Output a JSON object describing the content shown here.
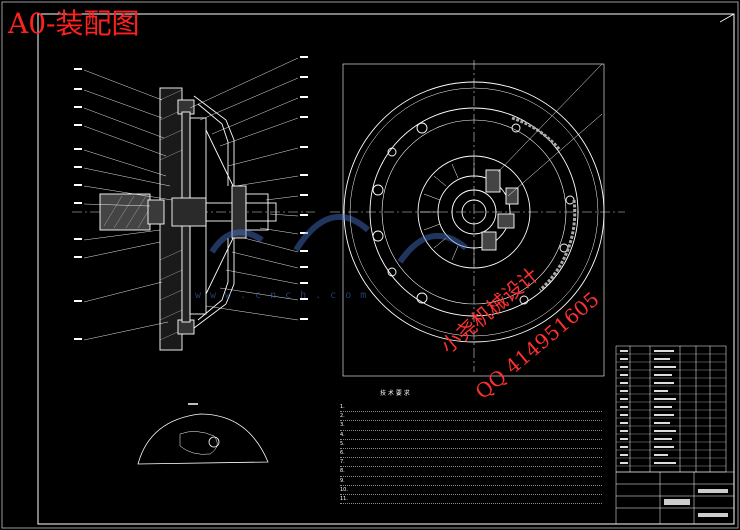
{
  "title_tag": "A0-装配图",
  "watermark": {
    "shop": "小尧机械设计",
    "qq": "QQ 414951605",
    "site": "www.cnch.com"
  },
  "technical_requirements": {
    "title": "技 术 要 求",
    "item_numbers": [
      "1.",
      "2.",
      "3.",
      "4.",
      "5.",
      "6.",
      "7.",
      "8.",
      "9.",
      "10.",
      "11."
    ]
  },
  "colors": {
    "background": "#000000",
    "line": "#ffffff",
    "frame_accent": "#9a9a9a",
    "title_text": "#ff2020",
    "watermark_red": "#ff3030",
    "watermark_blue": "#4a78d0",
    "center_line": "#d8d8d8"
  }
}
